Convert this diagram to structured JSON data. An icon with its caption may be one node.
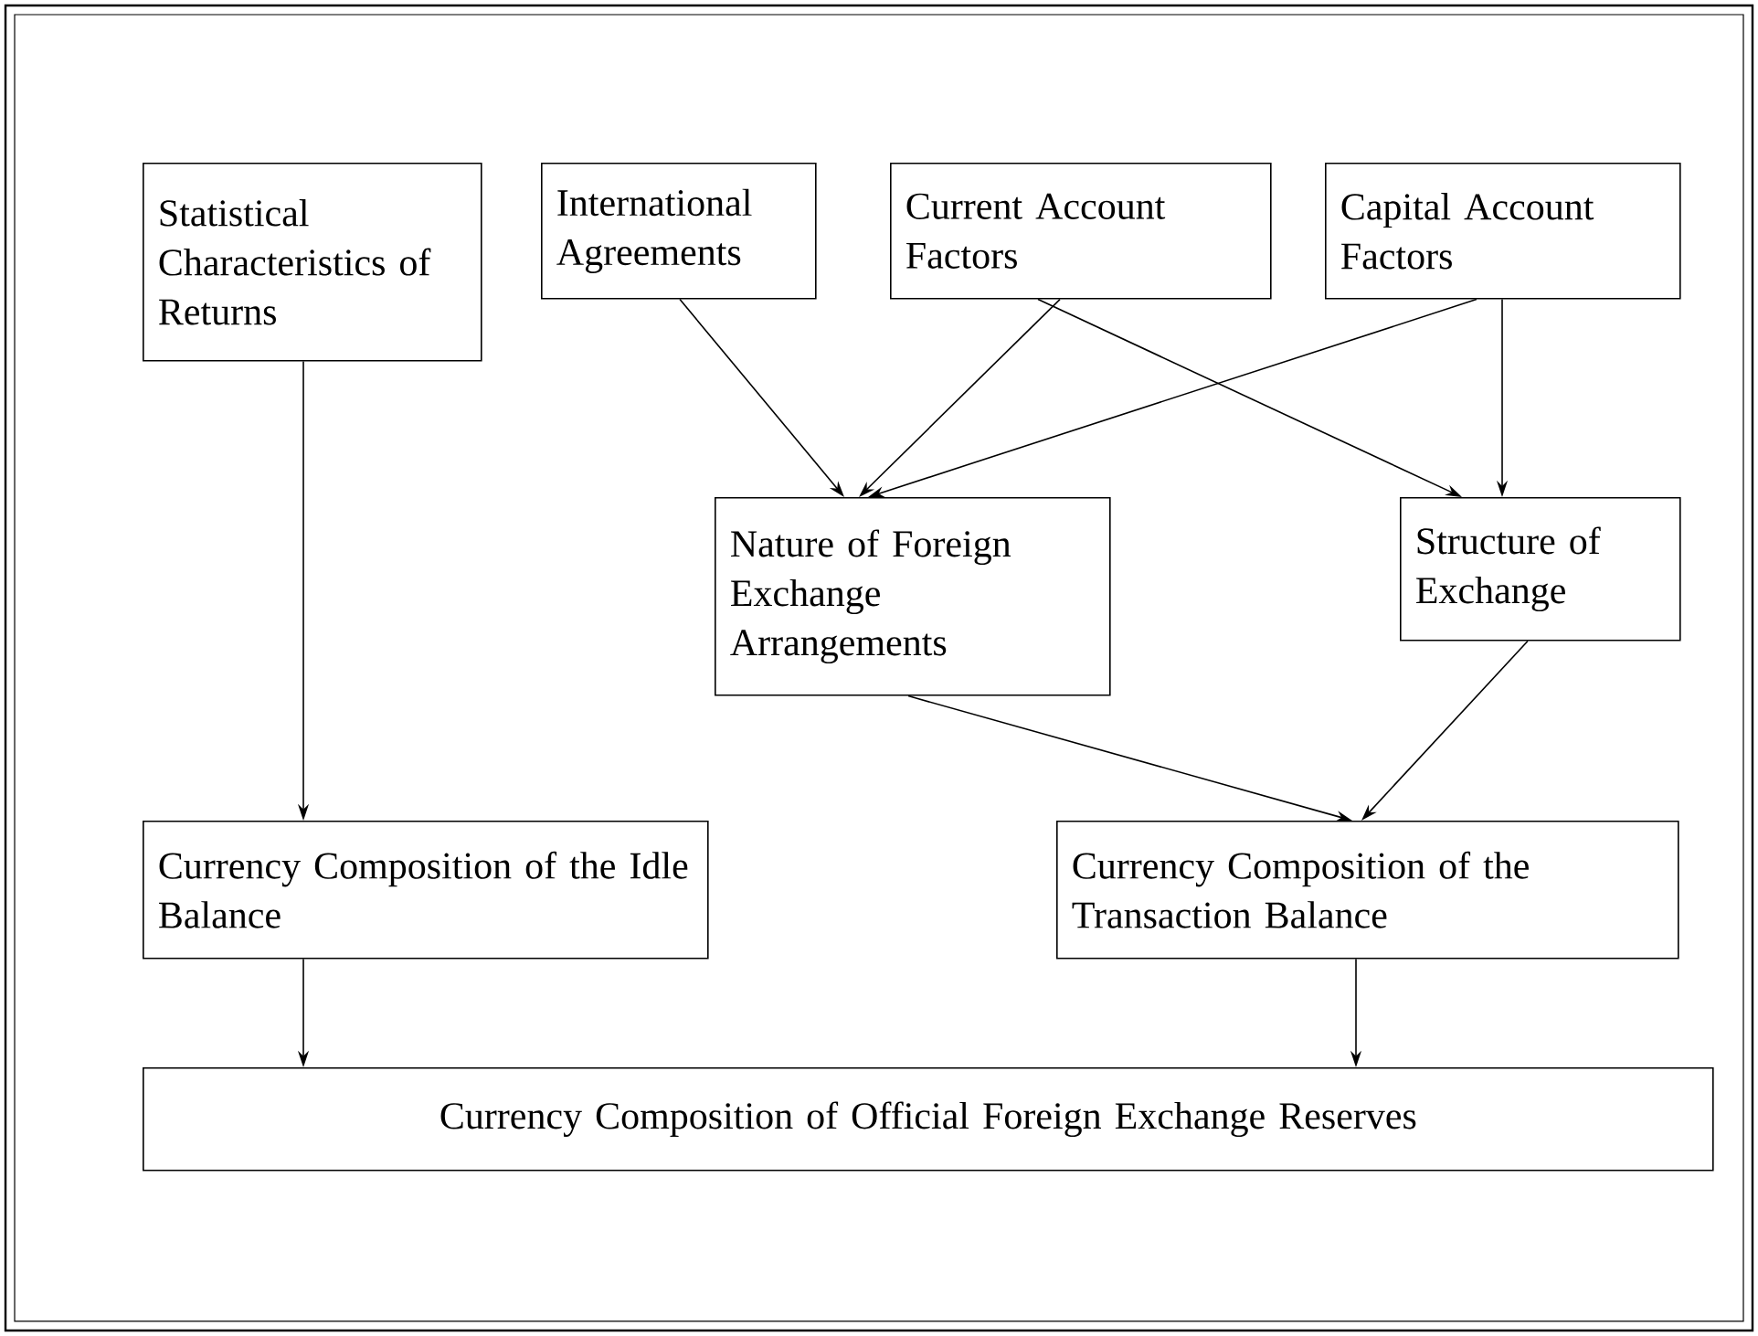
{
  "diagram": {
    "nodes": [
      {
        "text": [
          "Statistical Characteristics of Returns"
        ]
      },
      {
        "text": [
          "International Agreements"
        ]
      },
      {
        "text": [
          "Current Account Factors"
        ]
      },
      {
        "text": [
          "Capital Account Factors"
        ]
      },
      {
        "text": [
          "Nature of Foreign Exchange Arrangements"
        ]
      },
      {
        "text": [
          "Structure of Exchange"
        ]
      },
      {
        "text": [
          "Currency Composition of the Idle Balance"
        ]
      },
      {
        "text": [
          "Currency Composition of the Transaction Balance"
        ]
      },
      {
        "text": [
          "Currency Composition of Official Foreign Exchange Reserves"
        ]
      }
    ],
    "edges": [
      {
        "from": 0,
        "to": 6,
        "arrow": "to"
      },
      {
        "from": 1,
        "to": 4,
        "arrow": "to"
      },
      {
        "from": 2,
        "to": 4,
        "arrow": "to"
      },
      {
        "from": 3,
        "to": 4,
        "arrow": "to"
      },
      {
        "from": 2,
        "to": 5,
        "arrow": "to"
      },
      {
        "from": 3,
        "to": 5,
        "arrow": "to"
      },
      {
        "from": 4,
        "to": 7,
        "arrow": "to"
      },
      {
        "from": 5,
        "to": 7,
        "arrow": "to"
      },
      {
        "from": 6,
        "to": 8,
        "arrow": "to"
      },
      {
        "from": 7,
        "to": 8,
        "arrow": "to"
      }
    ]
  }
}
